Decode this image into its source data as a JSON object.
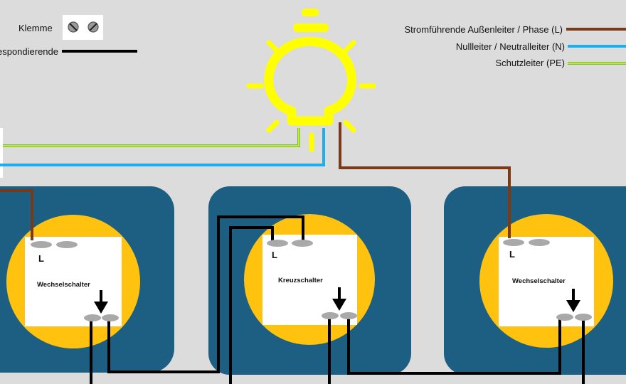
{
  "legend": {
    "klemme": "Klemme",
    "korrespondierende": "Korrespondierende",
    "phase": "Stromführende Außenleiter / Phase (L)",
    "neutral": "Nullleiter / Neutralleiter (N)",
    "pe": "Schutzleiter (PE)"
  },
  "switches": [
    {
      "name": "Wechselschalter",
      "terminal": "L"
    },
    {
      "name": "Kreuzschalter",
      "terminal": "L"
    },
    {
      "name": "Wechselschalter",
      "terminal": "L"
    }
  ],
  "colors": {
    "background": "#dcdcdc",
    "box": "#1d5f82",
    "ring": "#ffc20e",
    "plate": "#ffffff",
    "phase": "#7b3a17",
    "neutral": "#1ab0ef",
    "pe_green": "#6cc63a",
    "pe_yellow": "#f2ea2a",
    "korrespondierende": "#000000",
    "bulb": "#ffff00",
    "terminal": "#a9a9a9"
  }
}
